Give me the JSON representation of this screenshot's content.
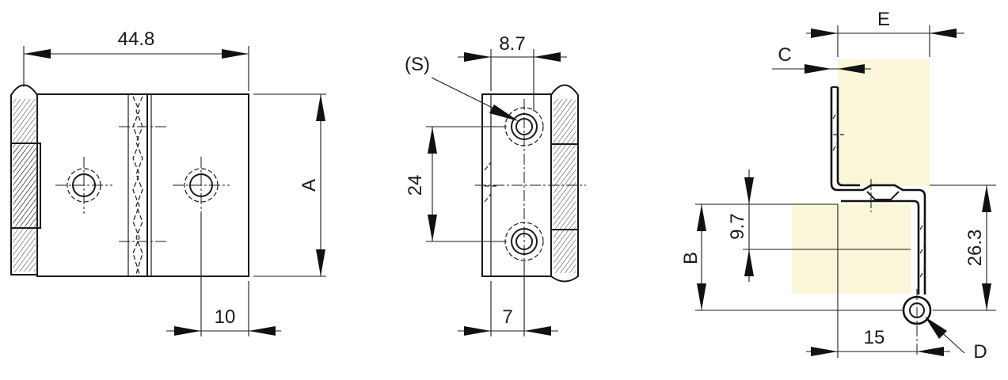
{
  "colors": {
    "line": "#1a1a1a",
    "panel_fill": "#fbf6d9",
    "background": "#ffffff"
  },
  "front_view": {
    "width_label": "44.8",
    "height_label": "A",
    "offset_label": "10"
  },
  "middle_view": {
    "width_label": "8.7",
    "screw_label": "(S)",
    "spacing_label": "24",
    "offset_label": "7"
  },
  "side_view": {
    "label_e": "E",
    "label_c": "C",
    "label_b": "B",
    "label_97": "9.7",
    "label_263": "26.3",
    "label_15": "15",
    "label_d": "D"
  }
}
